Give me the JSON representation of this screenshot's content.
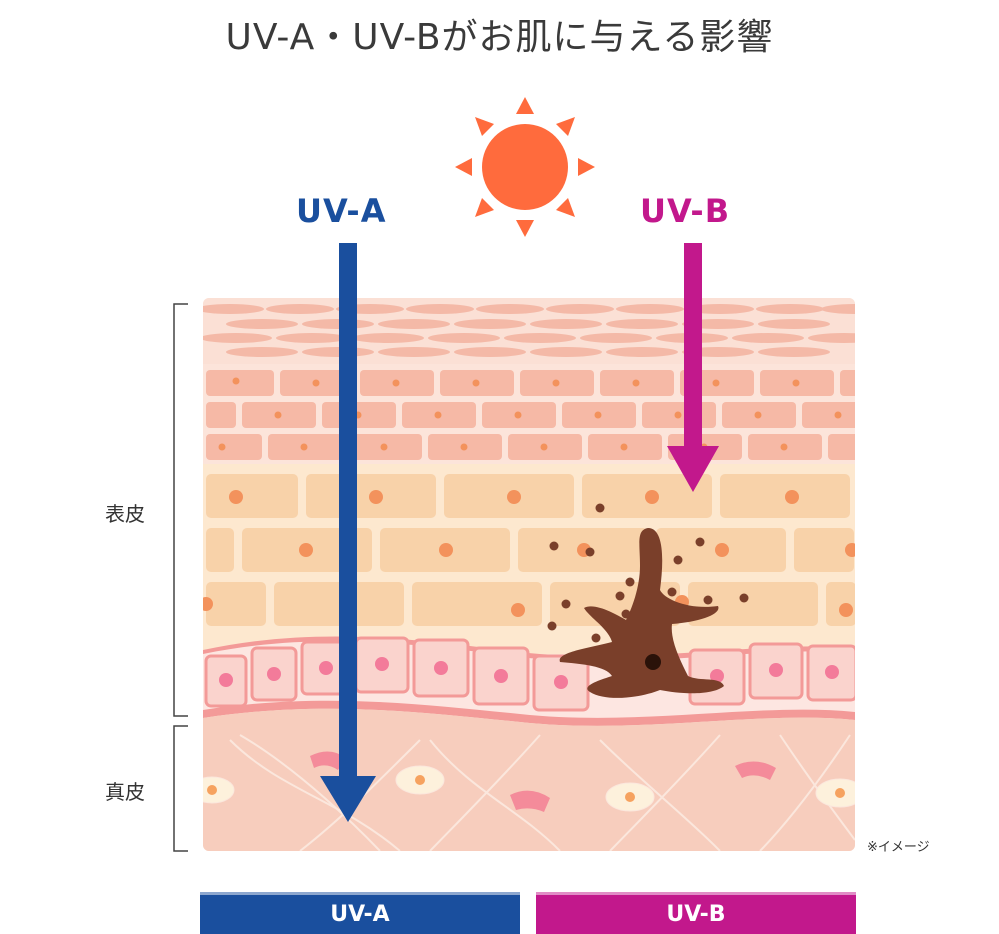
{
  "title": "UV-A・UV-Bがお肌に与える影響",
  "rays": {
    "uva_label": "UV-A",
    "uvb_label": "UV-B",
    "uva_color": "#1a4f9e",
    "uvb_color": "#c2188c"
  },
  "layers": {
    "epidermis": "表皮",
    "dermis": "真皮"
  },
  "note": "※イメージ",
  "legend": {
    "uva": "UV-A",
    "uvb": "UV-B"
  },
  "colors": {
    "sun": "#ff6b3d",
    "skin_top": "#f6c6b6",
    "epidermis_cells": "#f8d2a9",
    "melanocyte": "#7a3f2a",
    "dermis": "#f7cdbd"
  },
  "icons": [
    "sun-icon",
    "melanocyte-icon"
  ]
}
